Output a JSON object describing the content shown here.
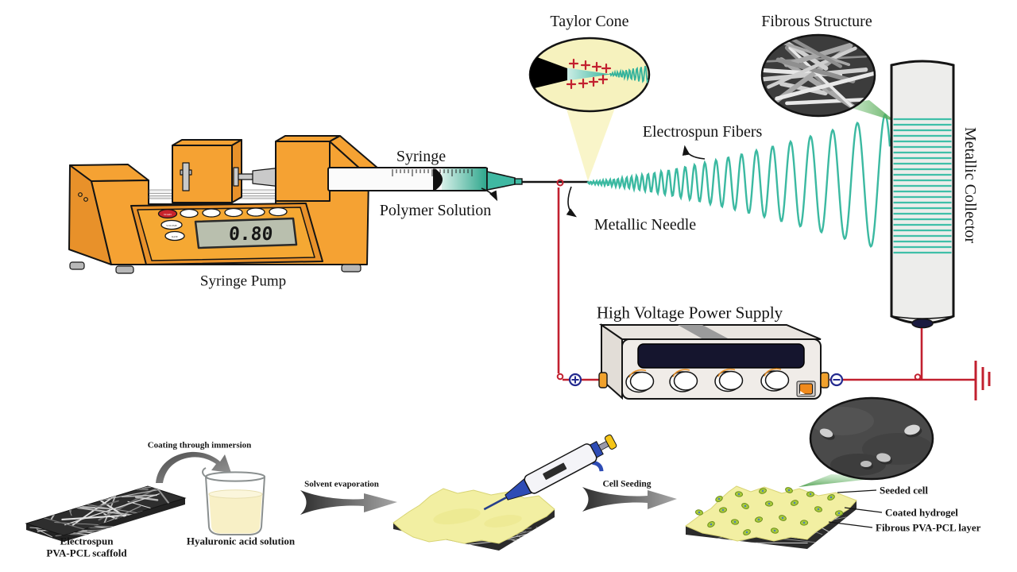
{
  "labels": {
    "taylor_cone": "Taylor Cone",
    "fibrous_structure": "Fibrous Structure",
    "syringe": "Syringe",
    "polymer_solution": "Polymer Solution",
    "metallic_needle": "Metallic Needle",
    "electrospun_fibers": "Electrospun Fibers",
    "syringe_pump": "Syringe Pump",
    "high_voltage_power_supply": "High Voltage Power Supply",
    "metallic_collector": "Metallic Collector"
  },
  "pump": {
    "display_value": "0.80",
    "buttons": {
      "start": "START",
      "volume": "VOLUME",
      "rate": "RATE"
    }
  },
  "process": {
    "scaffold_label_line1": "Electrospun",
    "scaffold_label_line2": "PVA-PCL scaffold",
    "coating_step": "Coating through immersion",
    "beaker_label": "Hyaluronic acid solution",
    "solvent_step": "Solvent evaporation",
    "cell_seeding_step": "Cell Seeding",
    "seeded_cell": "Seeded cell",
    "coated_hydrogel": "Coated hydrogel",
    "fibrous_layer": "Fibrous PVA-PCL layer"
  },
  "colors": {
    "pump_orange": "#F5A233",
    "pump_orange_dark": "#E8912A",
    "fiber_teal": "#3BB9A1",
    "wire_red": "#C2202F",
    "inset_yellow": "#F6F2BE",
    "hydrogel_yellow": "#F2EFA2",
    "cell_green": "#A9CB3A",
    "beam_green": "#63B05F",
    "lcd_green": "#B9BFAE"
  }
}
